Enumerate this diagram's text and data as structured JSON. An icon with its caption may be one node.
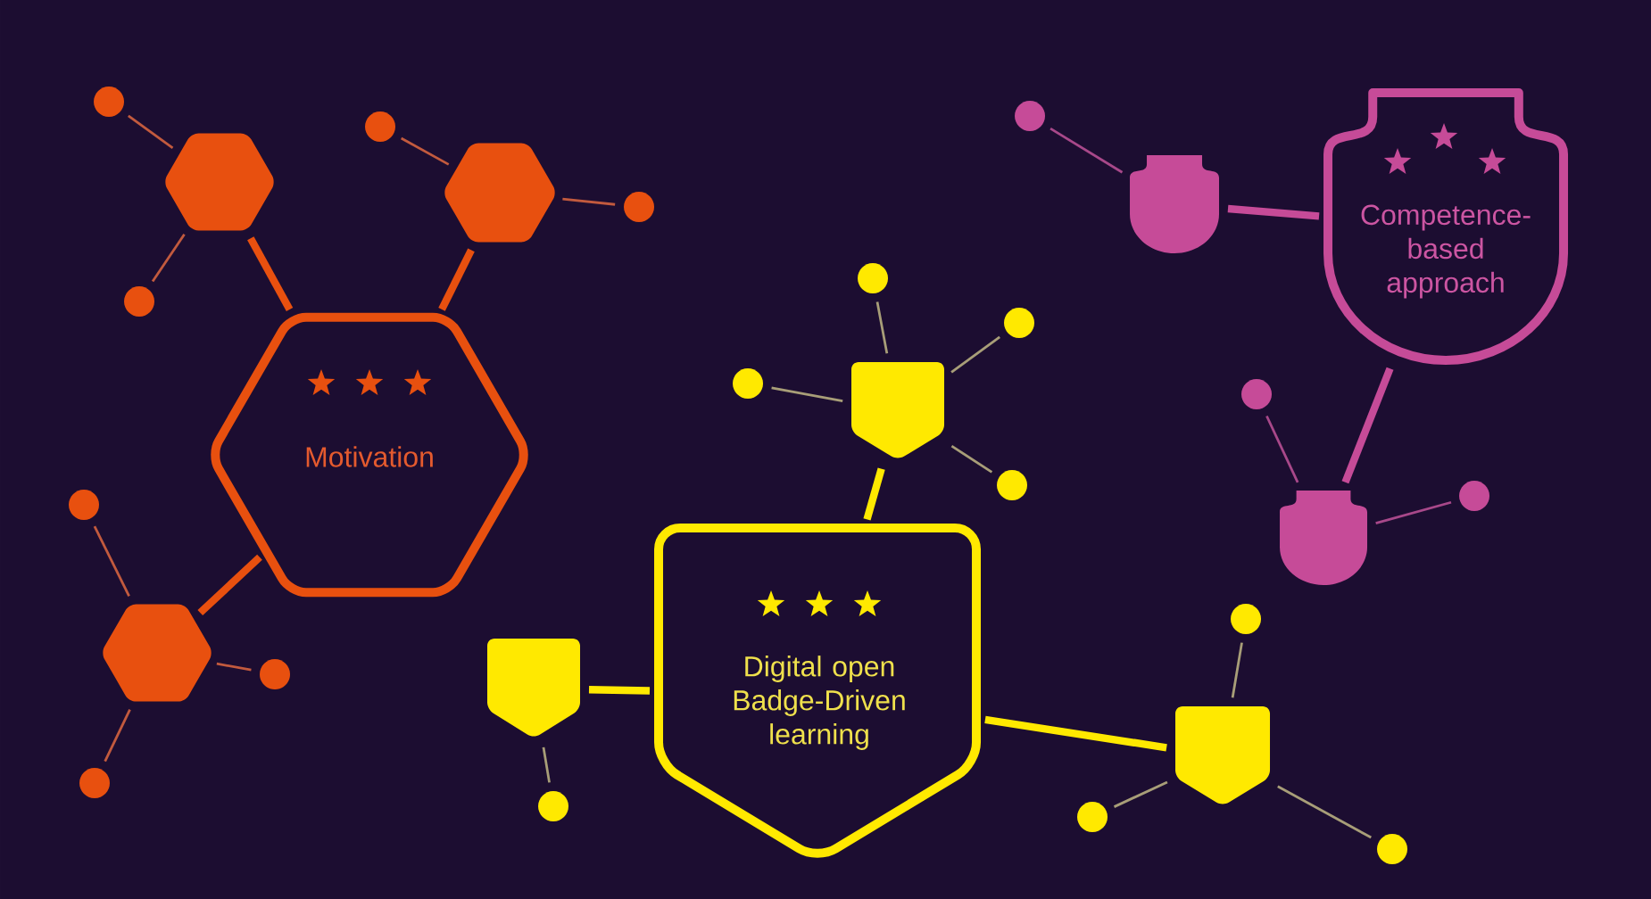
{
  "diagram": {
    "nodes": [
      {
        "text": [
          "Motivation"
        ]
      },
      {
        "text": [
          "Digital open Badge-Driven learning"
        ]
      },
      {
        "text": [
          "Competence-based approach"
        ]
      },
      {
        "text": [],
        "shape": "hexagon"
      },
      {
        "text": [],
        "shape": "hexagon"
      },
      {
        "text": [],
        "shape": "hexagon"
      },
      {
        "text": [],
        "shape": "pentagon"
      },
      {
        "text": [],
        "shape": "pentagon"
      },
      {
        "text": [],
        "shape": "pentagon"
      },
      {
        "text": [],
        "shape": "shield"
      },
      {
        "text": [],
        "shape": "shield"
      },
      {
        "text": [],
        "shape": "circle"
      },
      {
        "text": [],
        "shape": "circle"
      },
      {
        "text": [],
        "shape": "circle"
      },
      {
        "text": [],
        "shape": "circle"
      },
      {
        "text": [],
        "shape": "circle"
      },
      {
        "text": [],
        "shape": "circle"
      },
      {
        "text": [],
        "shape": "circle"
      },
      {
        "text": [],
        "shape": "circle"
      },
      {
        "text": [],
        "shape": "circle"
      },
      {
        "text": [],
        "shape": "circle"
      },
      {
        "text": [],
        "shape": "circle"
      },
      {
        "text": [],
        "shape": "circle"
      },
      {
        "text": [],
        "shape": "circle"
      },
      {
        "text": [],
        "shape": "circle"
      },
      {
        "text": [],
        "shape": "circle"
      },
      {
        "text": [],
        "shape": "circle"
      },
      {
        "text": [],
        "shape": "circle"
      },
      {
        "text": [],
        "shape": "circle"
      }
    ],
    "edges": [
      {
        "from": 4,
        "to": 0,
        "arrow": "none",
        "style": "thick",
        "color": "#e8500f"
      },
      {
        "from": 5,
        "to": 0,
        "arrow": "none",
        "style": "thick",
        "color": "#e8500f"
      },
      {
        "from": 3,
        "to": 0,
        "arrow": "none",
        "style": "thick",
        "color": "#e8500f"
      },
      {
        "from": 13,
        "to": 4,
        "arrow": "none",
        "color": "#c25a3e"
      },
      {
        "from": 14,
        "to": 4,
        "arrow": "none",
        "color": "#c25a3e"
      },
      {
        "from": 16,
        "to": 5,
        "arrow": "none",
        "color": "#c25a3e"
      },
      {
        "from": 5,
        "to": 17,
        "arrow": "none",
        "color": "#c25a3e"
      },
      {
        "from": 11,
        "to": 3,
        "arrow": "none",
        "color": "#c25a3e"
      },
      {
        "from": 3,
        "to": 15,
        "arrow": "none",
        "color": "#c25a3e"
      },
      {
        "from": 3,
        "to": 12,
        "arrow": "none",
        "color": "#c25a3e"
      },
      {
        "from": 7,
        "to": 1,
        "arrow": "none",
        "style": "thick",
        "color": "#ffe900"
      },
      {
        "from": 6,
        "to": 1,
        "arrow": "none",
        "style": "thick",
        "color": "#ffe900"
      },
      {
        "from": 1,
        "to": 8,
        "arrow": "none",
        "style": "thick",
        "color": "#ffe900"
      },
      {
        "from": 20,
        "to": 7,
        "arrow": "none"
      },
      {
        "from": 19,
        "to": 7,
        "arrow": "none"
      },
      {
        "from": 7,
        "to": 22,
        "arrow": "none"
      },
      {
        "from": 7,
        "to": 21,
        "arrow": "none"
      },
      {
        "from": 6,
        "to": 18,
        "arrow": "none"
      },
      {
        "from": 24,
        "to": 8,
        "arrow": "none"
      },
      {
        "from": 23,
        "to": 8,
        "arrow": "none"
      },
      {
        "from": 8,
        "to": 25,
        "arrow": "none"
      },
      {
        "from": 9,
        "to": 2,
        "arrow": "none",
        "style": "thick",
        "color": "#c64b98"
      },
      {
        "from": 2,
        "to": 10,
        "arrow": "none",
        "style": "thick",
        "color": "#c64b98"
      },
      {
        "from": 26,
        "to": 9,
        "arrow": "none",
        "color": "#a8488a"
      },
      {
        "from": 27,
        "to": 10,
        "arrow": "none",
        "color": "#a8488a"
      },
      {
        "from": 10,
        "to": 28,
        "arrow": "none",
        "color": "#a8488a"
      }
    ]
  }
}
